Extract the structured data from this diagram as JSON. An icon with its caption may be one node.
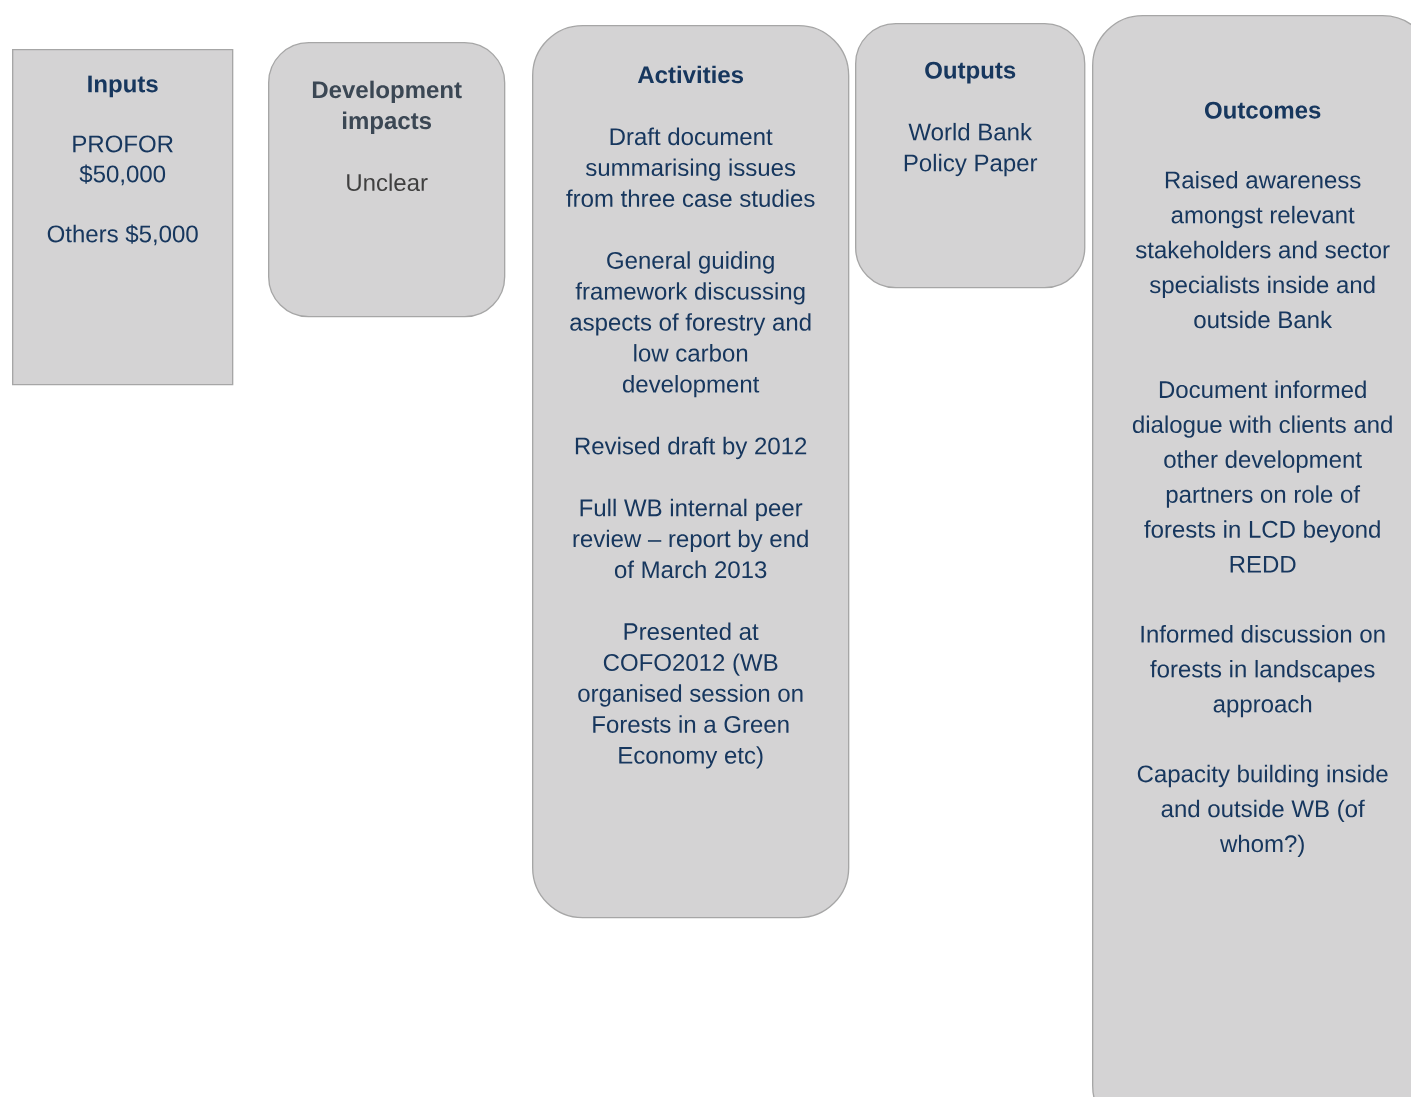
{
  "diagram": {
    "nodes": [
      {
        "text": [
          "Inputs",
          "PROFOR $50,000",
          "Others $5,000"
        ]
      },
      {
        "text": [
          "Development impacts",
          "Unclear"
        ]
      },
      {
        "text": [
          "Activities",
          "Draft document summarising issues from three case studies",
          "General guiding framework discussing aspects of forestry and low carbon development",
          "Revised draft by 2012",
          "Full WB internal peer review – report by end of March 2013",
          "Presented at COFO2012 (WB organised session on Forests in a Green Economy etc)"
        ]
      },
      {
        "text": [
          "Outputs",
          "World Bank Policy Paper"
        ]
      },
      {
        "text": [
          "Outcomes",
          "Raised awareness amongst relevant stakeholders and sector specialists inside and outside Bank",
          "Document informed dialogue with clients and other development partners on role of forests in LCD beyond REDD",
          "Informed discussion on forests in landscapes approach",
          "Capacity building inside and outside WB (of whom?)"
        ]
      }
    ]
  }
}
